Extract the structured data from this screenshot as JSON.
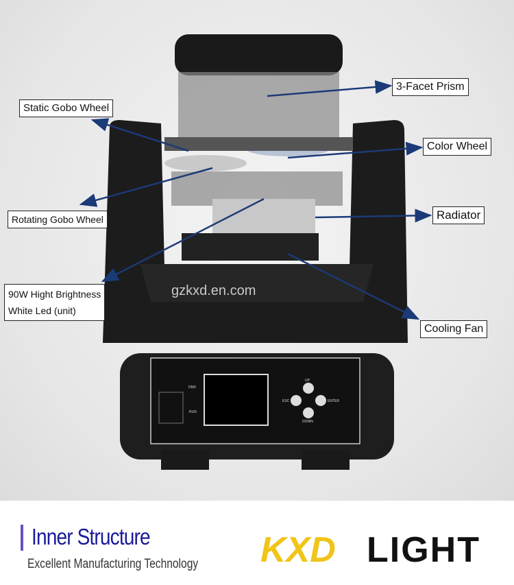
{
  "callouts": {
    "prism": "3-Facet Prism",
    "static_gobo": "Static Gobo Wheel",
    "color_wheel": "Color Wheel",
    "radiator": "Radiator",
    "rotating_gobo": "Rotating Gobo Wheel",
    "led_line1": "90W Hight Brightness",
    "led_line2": "White Led (unit)",
    "cooling_fan": "Cooling Fan"
  },
  "watermark": "gzkxd.en.com",
  "panel": {
    "up": "UP",
    "down": "DOWN",
    "esc": "ESC",
    "enter": "ENTER",
    "dmx": "DMX",
    "run": "RUN"
  },
  "footer": {
    "title": "Inner Structure",
    "subtitle": "Excellent Manufacturing Technology",
    "logo": {
      "brand": "KXD",
      "word": "LIGHT"
    }
  },
  "colors": {
    "arrow": "#1b3a78",
    "accent": "#f0c419",
    "title": "#1a1a9a"
  }
}
